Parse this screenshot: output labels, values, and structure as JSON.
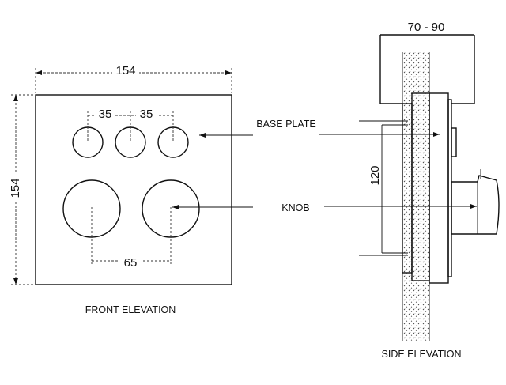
{
  "front": {
    "title": "FRONT ELEVATION",
    "dim_width": "154",
    "dim_height": "154",
    "dim_spacing_a": "35",
    "dim_spacing_b": "35",
    "dim_knob_spacing": "65"
  },
  "side": {
    "title": "SIDE ELEVATION",
    "dim_depth": "70 - 90",
    "dim_height": "120"
  },
  "callouts": {
    "base_plate": "BASE PLATE",
    "knob": "KNOB"
  }
}
